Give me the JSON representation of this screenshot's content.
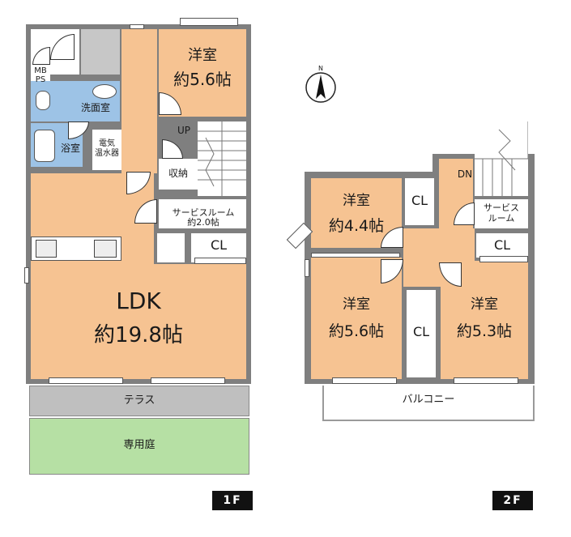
{
  "floor1": {
    "badge": "1F",
    "ldk": {
      "name": "LDK",
      "area": "約19.8帖"
    },
    "western": {
      "name": "洋室",
      "area": "約5.6帖"
    },
    "service_room": {
      "name": "サービスルーム",
      "area": "約2.0帖"
    },
    "closet": "CL",
    "storage": "収納",
    "washroom": "洗面室",
    "bathroom": "浴室",
    "water_heater": "電気\n温水器",
    "mbps": "MB\nPS",
    "stairs_up": "UP",
    "terrace": "テラス",
    "garden": "専用庭"
  },
  "floor2": {
    "badge": "2F",
    "room_a": {
      "name": "洋室",
      "area": "約4.4帖"
    },
    "room_b": {
      "name": "洋室",
      "area": "約5.6帖"
    },
    "room_c": {
      "name": "洋室",
      "area": "約5.3帖"
    },
    "closet_a": "CL",
    "closet_b": "CL",
    "closet_c": "CL",
    "service_room": "サービス\nルーム",
    "stairs_down": "DN",
    "balcony": "バルコニー"
  },
  "compass": {
    "label": "N",
    "icon": "north-arrow-icon"
  },
  "colors": {
    "room": "#f6c392",
    "wet": "#9dc3e6",
    "terrace": "#bfbfbf",
    "garden": "#b6e0a4",
    "wall": "#7f7f7f"
  }
}
